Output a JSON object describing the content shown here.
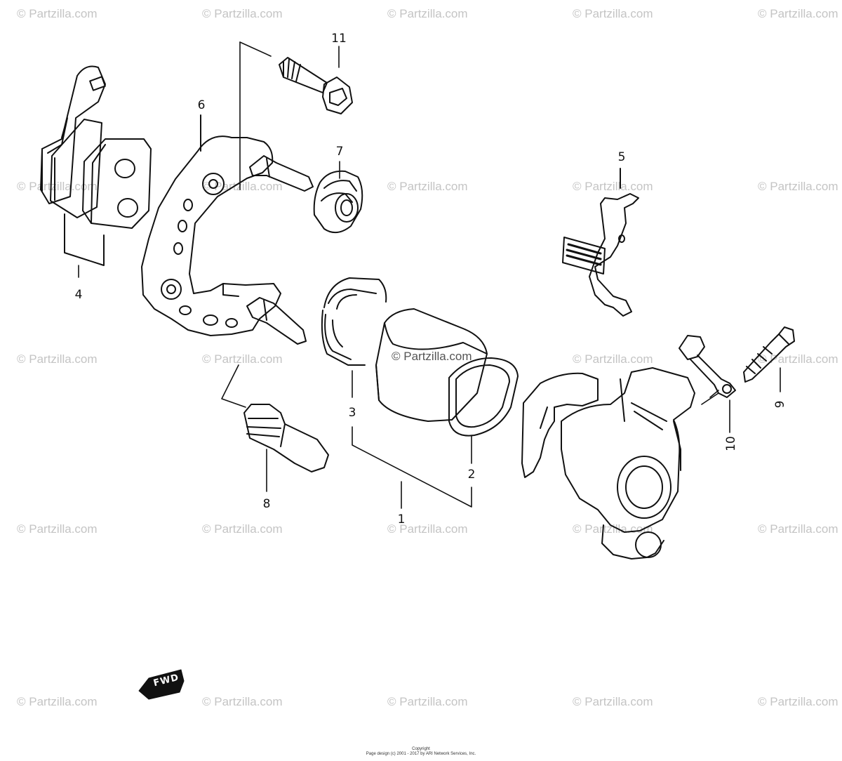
{
  "watermark": "© Partzilla.com",
  "center_watermark": "© Partzilla.com",
  "callouts": {
    "c1": "1",
    "c2": "2",
    "c3": "3",
    "c4": "4",
    "c5": "5",
    "c6": "6",
    "c7": "7",
    "c8": "8",
    "c9": "9",
    "c10": "10",
    "c11": "11"
  },
  "fwd_label": "FWD",
  "footer": {
    "copyright": "Copyright",
    "design": "Page design (c) 2001 - 2017 by ARI Network Services, Inc."
  },
  "colors": {
    "line": "#111111",
    "watermark": "#c4c4c4",
    "background": "#ffffff"
  }
}
